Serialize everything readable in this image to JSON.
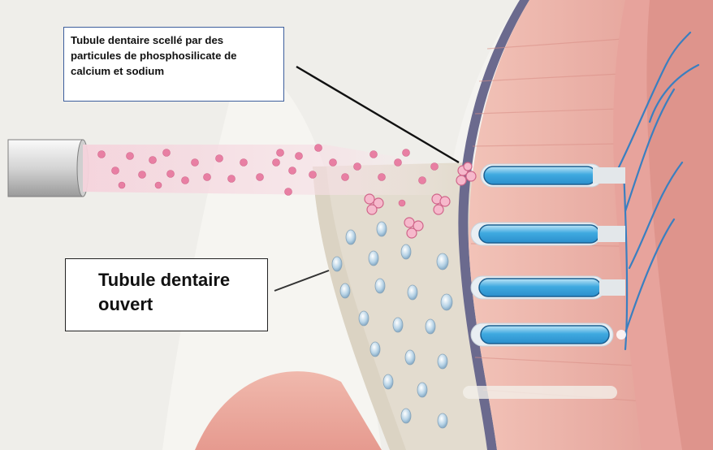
{
  "labels": {
    "sealed_tubule": {
      "line1": "Tubule dentaire scellé par des",
      "line2": "particules de phosphosilicate de",
      "line3": "calcium et sodium"
    },
    "open_tubule": {
      "line1": "Tubule dentaire",
      "line2": "ouvert"
    }
  },
  "colors": {
    "particle_pink": "#e87fa3",
    "tubule_blue": "#3fa9e0",
    "dentin_beige": "#e3dccf",
    "pulp_pink": "#e9a7a0",
    "enamel_purple": "#6b6a8e",
    "nerve_blue": "#3a7fc0"
  },
  "icons": [
    "applicator-nozzle-icon"
  ]
}
